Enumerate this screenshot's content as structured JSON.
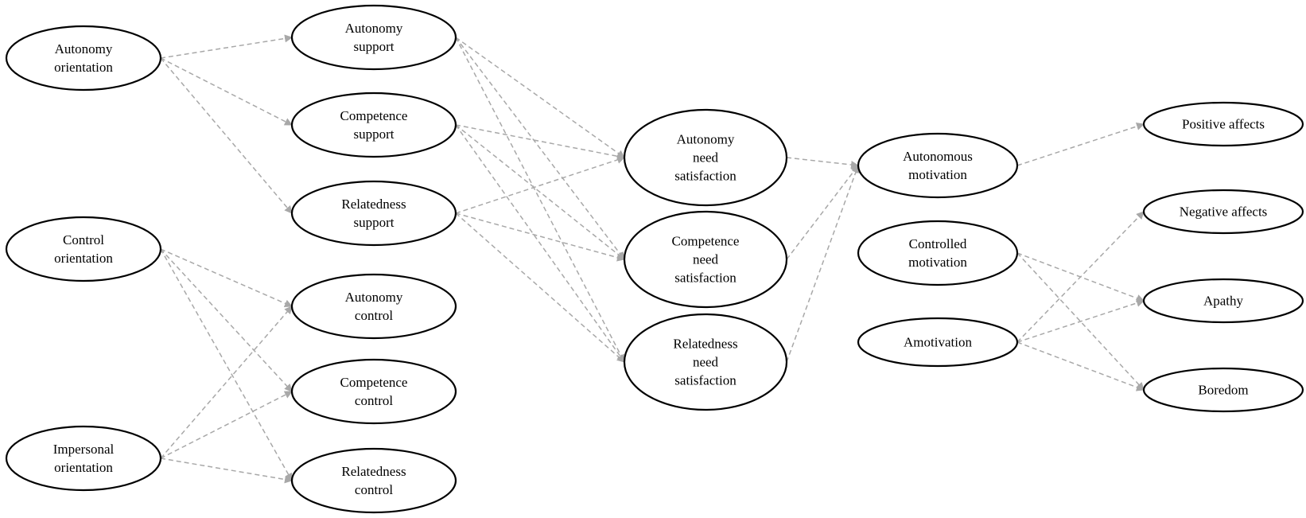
{
  "colors": {
    "edge": "#a8a8a8",
    "node_stroke": "#000000",
    "background": "#ffffff"
  },
  "nodes": [
    {
      "id": "autonomy-orientation",
      "lines": [
        "Autonomy",
        "orientation"
      ]
    },
    {
      "id": "control-orientation",
      "lines": [
        "Control",
        "orientation"
      ]
    },
    {
      "id": "impersonal-orientation",
      "lines": [
        "Impersonal",
        "orientation"
      ]
    },
    {
      "id": "autonomy-support",
      "lines": [
        "Autonomy",
        "support"
      ]
    },
    {
      "id": "competence-support",
      "lines": [
        "Competence",
        "support"
      ]
    },
    {
      "id": "relatedness-support",
      "lines": [
        "Relatedness",
        "support"
      ]
    },
    {
      "id": "autonomy-control",
      "lines": [
        "Autonomy",
        "control"
      ]
    },
    {
      "id": "competence-control",
      "lines": [
        "Competence",
        "control"
      ]
    },
    {
      "id": "relatedness-control",
      "lines": [
        "Relatedness",
        "control"
      ]
    },
    {
      "id": "autonomy-need-satisfaction",
      "lines": [
        "Autonomy",
        "need",
        "satisfaction"
      ]
    },
    {
      "id": "competence-need-satisfaction",
      "lines": [
        "Competence",
        "need",
        "satisfaction"
      ]
    },
    {
      "id": "relatedness-need-satisfaction",
      "lines": [
        "Relatedness",
        "need",
        "satisfaction"
      ]
    },
    {
      "id": "autonomous-motivation",
      "lines": [
        "Autonomous",
        "motivation"
      ]
    },
    {
      "id": "controlled-motivation",
      "lines": [
        "Controlled",
        "motivation"
      ]
    },
    {
      "id": "amotivation",
      "lines": [
        "Amotivation"
      ]
    },
    {
      "id": "positive-affects",
      "lines": [
        "Positive affects"
      ]
    },
    {
      "id": "negative-affects",
      "lines": [
        "Negative affects"
      ]
    },
    {
      "id": "apathy",
      "lines": [
        "Apathy"
      ]
    },
    {
      "id": "boredom",
      "lines": [
        "Boredom"
      ]
    }
  ],
  "edges": [
    {
      "from": "autonomy-orientation",
      "to": "autonomy-support"
    },
    {
      "from": "autonomy-orientation",
      "to": "competence-support"
    },
    {
      "from": "autonomy-orientation",
      "to": "relatedness-support"
    },
    {
      "from": "control-orientation",
      "to": "autonomy-control"
    },
    {
      "from": "control-orientation",
      "to": "competence-control"
    },
    {
      "from": "control-orientation",
      "to": "relatedness-control"
    },
    {
      "from": "impersonal-orientation",
      "to": "autonomy-control"
    },
    {
      "from": "impersonal-orientation",
      "to": "competence-control"
    },
    {
      "from": "impersonal-orientation",
      "to": "relatedness-control"
    },
    {
      "from": "autonomy-support",
      "to": "autonomy-need-satisfaction"
    },
    {
      "from": "autonomy-support",
      "to": "competence-need-satisfaction"
    },
    {
      "from": "autonomy-support",
      "to": "relatedness-need-satisfaction"
    },
    {
      "from": "competence-support",
      "to": "autonomy-need-satisfaction"
    },
    {
      "from": "competence-support",
      "to": "competence-need-satisfaction"
    },
    {
      "from": "competence-support",
      "to": "relatedness-need-satisfaction"
    },
    {
      "from": "relatedness-support",
      "to": "autonomy-need-satisfaction"
    },
    {
      "from": "relatedness-support",
      "to": "competence-need-satisfaction"
    },
    {
      "from": "relatedness-support",
      "to": "relatedness-need-satisfaction"
    },
    {
      "from": "autonomy-need-satisfaction",
      "to": "autonomous-motivation"
    },
    {
      "from": "competence-need-satisfaction",
      "to": "autonomous-motivation"
    },
    {
      "from": "relatedness-need-satisfaction",
      "to": "autonomous-motivation"
    },
    {
      "from": "autonomous-motivation",
      "to": "positive-affects"
    },
    {
      "from": "controlled-motivation",
      "to": "apathy"
    },
    {
      "from": "controlled-motivation",
      "to": "boredom"
    },
    {
      "from": "amotivation",
      "to": "negative-affects"
    },
    {
      "from": "amotivation",
      "to": "apathy"
    },
    {
      "from": "amotivation",
      "to": "boredom"
    }
  ]
}
